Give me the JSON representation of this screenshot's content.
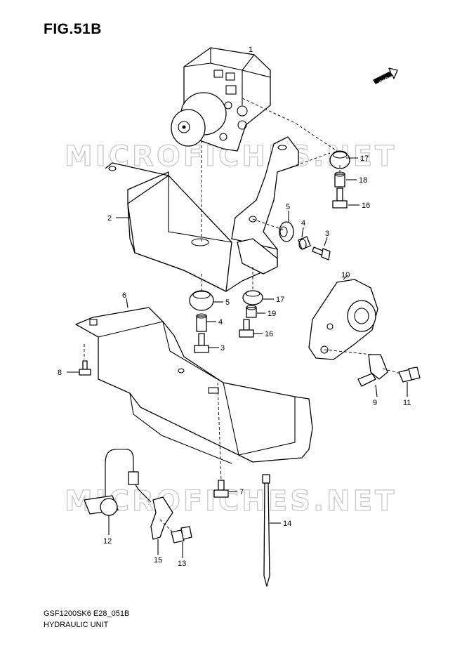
{
  "figure": {
    "title": "FIG.51B",
    "model_code": "GSF1200SK6 E28_051B",
    "assembly_name": "HYDRAULIC UNIT",
    "fwd_label": "FWD"
  },
  "watermark": "MICROFICHES.NET",
  "callouts": [
    {
      "id": "c1",
      "label": "1"
    },
    {
      "id": "c2",
      "label": "2"
    },
    {
      "id": "c3a",
      "label": "3"
    },
    {
      "id": "c3b",
      "label": "3"
    },
    {
      "id": "c4a",
      "label": "4"
    },
    {
      "id": "c4b",
      "label": "4"
    },
    {
      "id": "c5a",
      "label": "5"
    },
    {
      "id": "c5b",
      "label": "5"
    },
    {
      "id": "c6",
      "label": "6"
    },
    {
      "id": "c7",
      "label": "7"
    },
    {
      "id": "c8",
      "label": "8"
    },
    {
      "id": "c9",
      "label": "9"
    },
    {
      "id": "c10",
      "label": "10"
    },
    {
      "id": "c11",
      "label": "11"
    },
    {
      "id": "c12",
      "label": "12"
    },
    {
      "id": "c13",
      "label": "13"
    },
    {
      "id": "c14",
      "label": "14"
    },
    {
      "id": "c15",
      "label": "15"
    },
    {
      "id": "c16a",
      "label": "16"
    },
    {
      "id": "c16b",
      "label": "16"
    },
    {
      "id": "c17a",
      "label": "17"
    },
    {
      "id": "c17b",
      "label": "17"
    },
    {
      "id": "c18",
      "label": "18"
    },
    {
      "id": "c19",
      "label": "19"
    }
  ]
}
